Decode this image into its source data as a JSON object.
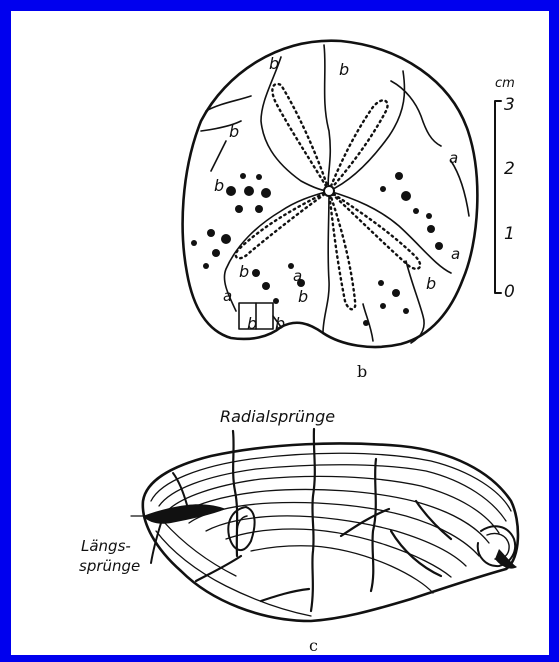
{
  "figure_b": {
    "panel_label": "b",
    "plate_labels": [
      "b",
      "b",
      "b",
      "b",
      "b",
      "b",
      "b",
      "b",
      "b"
    ],
    "ambulacral_labels": [
      "a",
      "a",
      "a",
      "a"
    ],
    "scale": {
      "unit": "cm",
      "ticks": [
        "3",
        "2",
        "1",
        "0"
      ]
    }
  },
  "figure_c": {
    "panel_label": "c",
    "annotation_radial": "Radialsprünge",
    "annotation_longitudinal": [
      "Längs-",
      "sprünge"
    ]
  },
  "colors": {
    "frame": "#0000ee",
    "paper": "#ffffff",
    "ink": "#111111"
  }
}
